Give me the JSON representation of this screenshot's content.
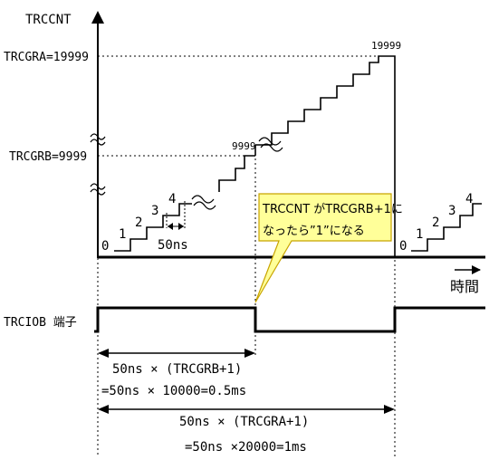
{
  "diagram": {
    "y_axis_label": "TRCCNT",
    "x_axis_label": "時間",
    "trcgra_label": "TRCGRA=19999",
    "trcgrb_label": "TRCGRB=9999",
    "value_max": "19999",
    "value_mid": "9999",
    "step_labels": [
      "0",
      "1",
      "2",
      "3",
      "4"
    ],
    "second_step_labels": [
      "0",
      "1",
      "2",
      "3",
      "4"
    ],
    "step_width_label": "50ns",
    "callout_line1": "TRCCNT がTRCGRB+1に",
    "callout_line2": "なったら”1”になる",
    "pin_label": "TRCIOB 端子",
    "span1_formula": "50ns × (TRCGRB+1)",
    "span1_result": "=50ns × 10000=0.5ms",
    "span2_formula": "50ns × (TRCGRA+1)",
    "span2_result": "=50ns ×20000=1ms",
    "colors": {
      "callout_fill": "#ffff99",
      "callout_border": "#c8a400",
      "line": "#000000"
    }
  }
}
